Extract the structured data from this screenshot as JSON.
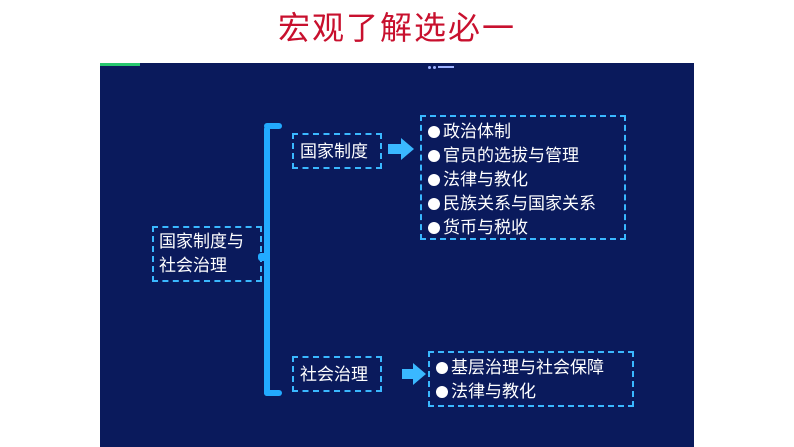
{
  "title": "宏观了解选必一",
  "diagram": {
    "root": {
      "line1": "国家制度与",
      "line2": "社会治理"
    },
    "branches": [
      {
        "label": "国家制度",
        "items": [
          "政治体制",
          "官员的选拔与管理",
          "法律与教化",
          "民族关系与国家关系",
          "货币与税收"
        ]
      },
      {
        "label": "社会治理",
        "items": [
          "基层治理与社会保障",
          "法律与教化"
        ]
      }
    ]
  },
  "colors": {
    "title": "#c8102e",
    "background": "#0a1a5c",
    "accent": "#3ab8ff",
    "text": "#ffffff"
  },
  "icons": [
    "bullet-icon",
    "arrow-right-icon"
  ]
}
